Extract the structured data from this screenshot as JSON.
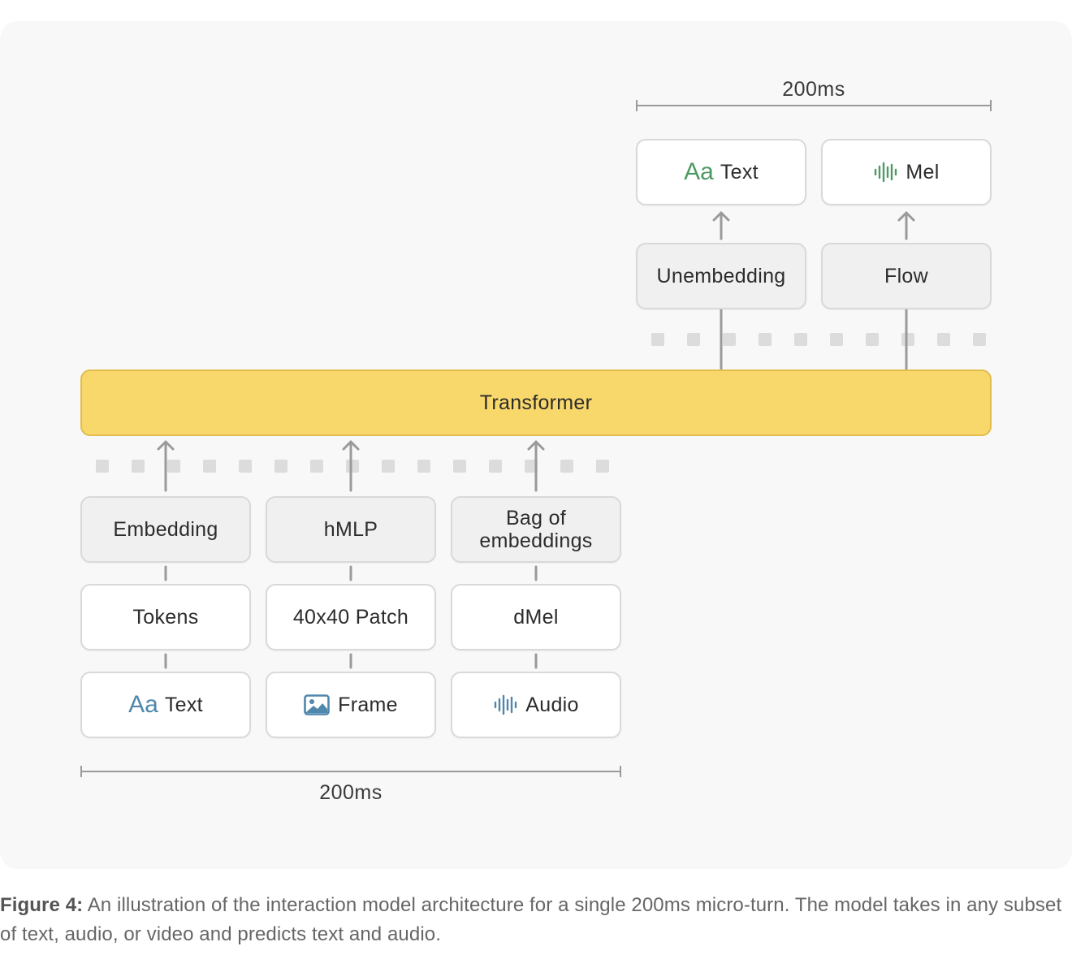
{
  "output_duration": "200ms",
  "input_duration": "200ms",
  "outputs": {
    "text": {
      "icon_glyph": "Aa",
      "label": "Text",
      "icon_color": "#4e9a64"
    },
    "mel": {
      "icon": "waveform-icon",
      "label": "Mel",
      "icon_color": "#4e9a64"
    }
  },
  "output_heads": {
    "unembedding": "Unembedding",
    "flow": "Flow"
  },
  "transformer": {
    "label": "Transformer",
    "color": "#f8d86b"
  },
  "encoders": {
    "embedding": "Embedding",
    "hmlp": "hMLP",
    "bag_line1": "Bag of",
    "bag_line2": "embeddings"
  },
  "features": {
    "tokens": "Tokens",
    "patch": "40x40 Patch",
    "dmel": "dMel"
  },
  "inputs": {
    "text": {
      "icon_glyph": "Aa",
      "label": "Text",
      "icon_color": "#4f87ad"
    },
    "frame": {
      "icon": "image-icon",
      "label": "Frame",
      "icon_color": "#4f87ad"
    },
    "audio": {
      "icon": "waveform-icon",
      "label": "Audio",
      "icon_color": "#4f87ad"
    }
  },
  "caption": {
    "prefix": "Figure 4:",
    "text": " An illustration of the interaction model architecture for a single 200ms micro-turn. The model takes in any subset of text, audio, or video and predicts text and audio."
  }
}
